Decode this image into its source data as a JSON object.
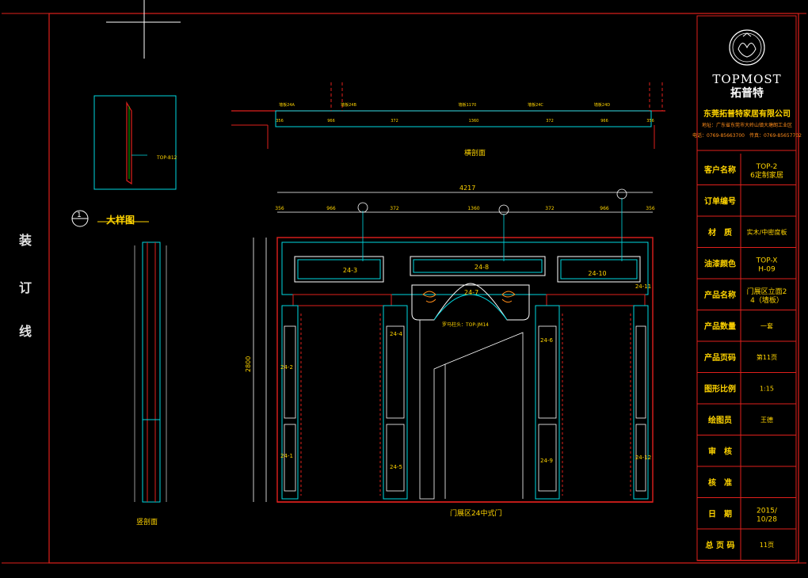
{
  "binding_labels": [
    "装",
    "订",
    "线"
  ],
  "brand": {
    "name_en": "TOPMOST",
    "name_cn": "拓普特",
    "company": "东莞拓普特家居有限公司",
    "address": "地址：广东省东莞市大岭山镇大塘朗工业区",
    "phone": "电话：0769-85663700　传真：0769-85657702"
  },
  "title_block": [
    {
      "label": "客户名称",
      "value": "TOP-26定制家居"
    },
    {
      "label": "订单编号",
      "value": ""
    },
    {
      "label": "材　质",
      "value": "实木/中密度板"
    },
    {
      "label": "油漆颜色",
      "value": "TOP-XH-09"
    },
    {
      "label": "产品名称",
      "value": "门展区立面24（墙板）"
    },
    {
      "label": "产品数量",
      "value": "一套"
    },
    {
      "label": "产品页码",
      "value": "第11页"
    },
    {
      "label": "图形比例",
      "value": "1:15"
    },
    {
      "label": "绘图员",
      "value": "王德"
    },
    {
      "label": "审　核",
      "value": ""
    },
    {
      "label": "核　准",
      "value": ""
    },
    {
      "label": "日　期",
      "value": "2015/10/28"
    },
    {
      "label": "总 页 码",
      "value": "11页"
    }
  ],
  "drawing": {
    "detail_title": "大样图",
    "detail_number": "1",
    "plan_label": "横剖面",
    "section_label": "竖剖面",
    "elevation_caption": "门展区24中式门",
    "overall_dimension": "4217",
    "top_dimensions": [
      "356",
      "966",
      "372",
      "1360",
      "372",
      "966",
      "356"
    ],
    "panel_tags": [
      "24-3",
      "24-8",
      "24-10"
    ],
    "arch_tag": "24-7",
    "arch_note": "罗马柱头：TOP-JM14",
    "left_tags": [
      "24-2",
      "24-1"
    ],
    "inner_left_tags": [
      "24-4",
      "24-5"
    ],
    "inner_right_tags": [
      "24-6",
      "24-9"
    ],
    "right_tags": [
      "24-11",
      "24-12"
    ],
    "plan_callouts": [
      "墙板24A",
      "墙板24B",
      "墙板1170",
      "墙板24C",
      "墙板24D"
    ],
    "small_box_callout": "TOP-812",
    "height_dimension": "2800"
  }
}
